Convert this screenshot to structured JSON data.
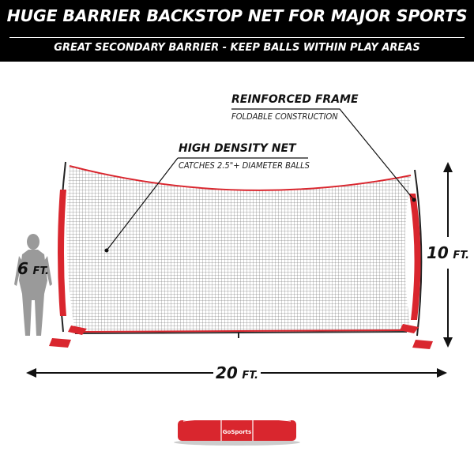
{
  "banner": {
    "title": "HUGE BARRIER BACKSTOP NET FOR MAJOR SPORTS",
    "subtitle": "GREAT SECONDARY BARRIER - KEEP BALLS WITHIN PLAY AREAS",
    "background": "#000000",
    "text_color": "#ffffff"
  },
  "callouts": [
    {
      "title": "REINFORCED FRAME",
      "subtitle": "FOLDABLE CONSTRUCTION"
    },
    {
      "title": "HIGH DENSITY NET",
      "subtitle": "CATCHES 2.5\"+ DIAMETER BALLS"
    }
  ],
  "dimensions": {
    "person_height": {
      "value": "6",
      "unit": "FT."
    },
    "net_height": {
      "value": "10",
      "unit": "FT."
    },
    "net_width": {
      "value": "20",
      "unit": "FT."
    }
  },
  "brand": {
    "logo_text": "GoSports",
    "accent_color": "#d9262e"
  },
  "product": {
    "net": "barrier backstop net",
    "carry_bag": "red carry bag"
  }
}
